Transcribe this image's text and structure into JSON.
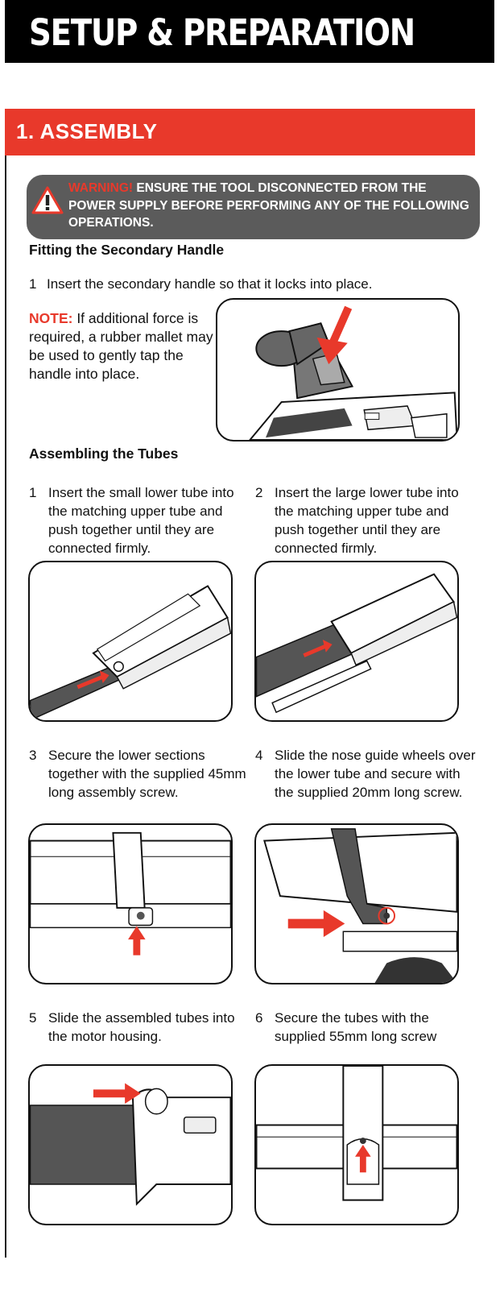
{
  "header": {
    "title": "SETUP & PREPARATION"
  },
  "section": {
    "title": "1.  ASSEMBLY"
  },
  "warning": {
    "label": "WARNING!",
    "text": " ENSURE THE TOOL DISCONNECTED FROM THE POWER SUPPLY BEFORE PERFORMING ANY OF THE FOLLOWING OPERATIONS."
  },
  "handle": {
    "heading": "Fitting the Secondary Handle",
    "step_num": "1",
    "step_text": "Insert the secondary handle so that it locks into place.",
    "note_label": "NOTE:",
    "note_text": " If additional force is required, a rubber mallet may be used to gently tap the handle into place."
  },
  "tubes": {
    "heading": "Assembling the Tubes",
    "steps": [
      {
        "num": "1",
        "text": "Insert the small lower tube into the matching upper tube and push together until they are connected firmly."
      },
      {
        "num": "2",
        "text": "Insert the large lower tube into the matching upper tube and push together until they are connected firmly."
      },
      {
        "num": "3",
        "text": "Secure the lower sections together with the supplied 45mm long assembly screw."
      },
      {
        "num": "4",
        "text": "Slide the nose guide wheels over the lower tube and secure with the supplied 20mm long screw."
      },
      {
        "num": "5",
        "text": "Slide the assembled tubes into the motor housing."
      },
      {
        "num": "6",
        "text": "Secure the tubes with the supplied 55mm long screw"
      }
    ]
  },
  "colors": {
    "accent_red": "#e8392b",
    "warning_bg": "#5b5b5b",
    "dark_tube": "#555555"
  }
}
